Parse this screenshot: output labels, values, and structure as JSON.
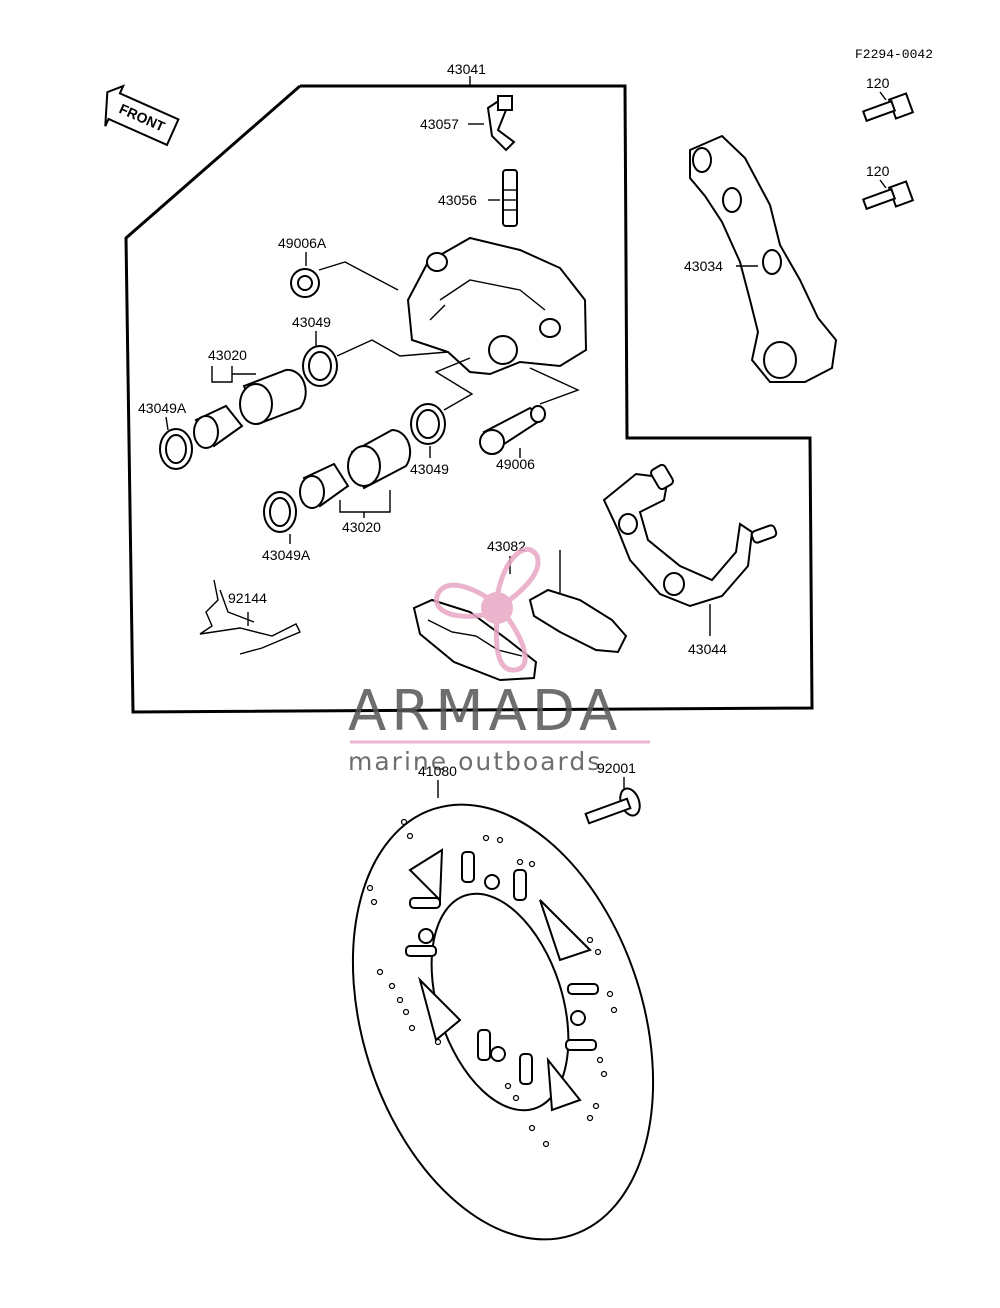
{
  "diagram_code": "F2294-0042",
  "front_arrow_label": "FRONT",
  "parts": {
    "p120a": "120",
    "p120b": "120",
    "p43041": "43041",
    "p43057": "43057",
    "p43056": "43056",
    "p49006A": "49006A",
    "p43049a": "43049",
    "p43020a": "43020",
    "p43049Aa": "43049A",
    "p43049b": "43049",
    "p49006": "49006",
    "p43020b": "43020",
    "p43049Ab": "43049A",
    "p92144": "92144",
    "p43082": "43082",
    "p43034": "43034",
    "p43044": "43044",
    "p41080": "41080",
    "p92001": "92001"
  },
  "watermark": {
    "brand": "ARMADA",
    "tagline": "marine outboards",
    "accent_color": "#e8a6c4"
  }
}
